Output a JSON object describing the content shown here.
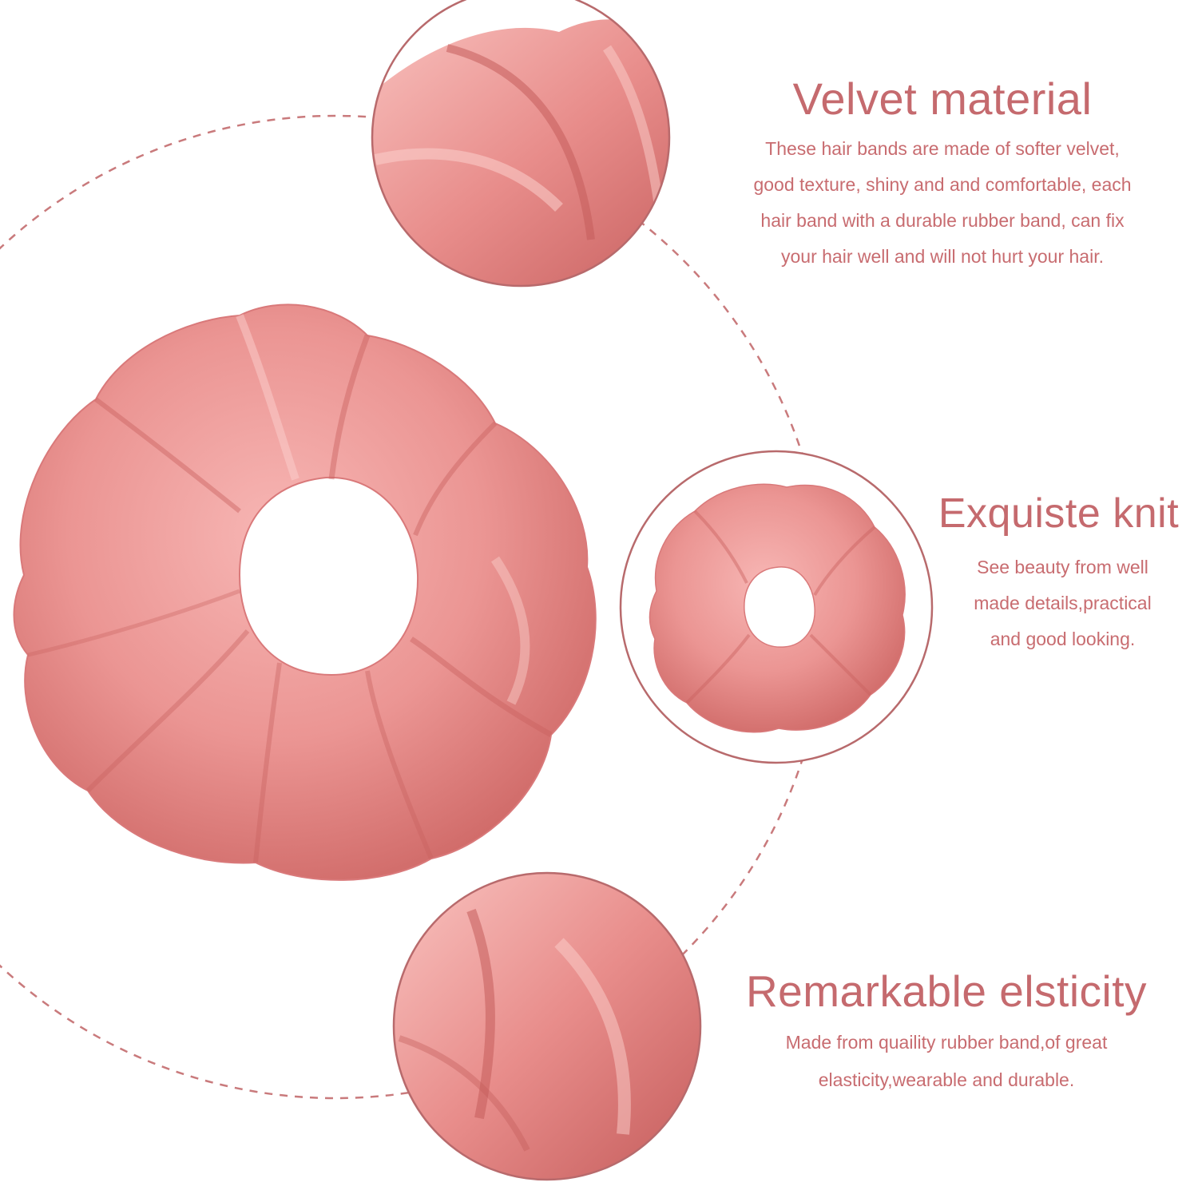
{
  "theme": {
    "accent": "#c56a6e",
    "body_text": "#c86c70",
    "velvet": "#e8898a",
    "velvet_light": "#f7b6b4",
    "velvet_dark": "#c8615f"
  },
  "features": [
    {
      "title": "Velvet material",
      "lines": [
        "These hair bands are made of softer velvet,",
        "good texture, shiny and and comfortable, each",
        "hair band with a durable rubber band, can fix",
        "your hair well and will not hurt your hair."
      ]
    },
    {
      "title": "Exquiste knit",
      "lines": [
        "See beauty from well",
        "made details,practical",
        "and good looking."
      ]
    },
    {
      "title": "Remarkable elsticity",
      "lines": [
        "Made from quaility rubber band,of great",
        "elasticity,wearable and durable."
      ]
    }
  ]
}
